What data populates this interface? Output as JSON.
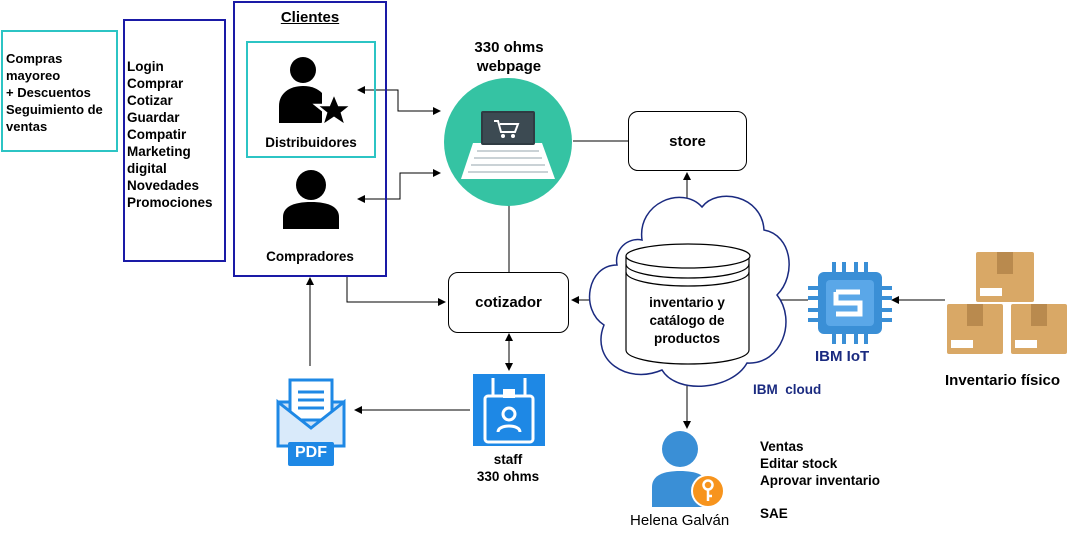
{
  "left_note": {
    "lines": [
      "Compras",
      "mayoreo",
      "+ Descuentos",
      "Seguimiento de",
      "ventas"
    ]
  },
  "features": {
    "lines": [
      "Login",
      "Comprar",
      "Cotizar",
      "Guardar",
      "Compatir",
      "Marketing",
      "digital",
      "Novedades",
      "Promociones"
    ]
  },
  "clients": {
    "title": "Clientes",
    "distribuidores": "Distribuidores",
    "compradores": "Compradores"
  },
  "webpage": {
    "line1": "330 ohms",
    "line2": "webpage"
  },
  "store": {
    "label": "store"
  },
  "cotizador": {
    "label": "cotizador"
  },
  "inventory": {
    "line1": "inventario y",
    "line2": "catálogo de",
    "line3": "productos"
  },
  "cloud": {
    "label": "IBM  cloud"
  },
  "iot": {
    "label": "IBM IoT"
  },
  "physical_inventory": {
    "label": "Inventario físico"
  },
  "pdf": {
    "label": "PDF"
  },
  "staff": {
    "line1": "staff",
    "line2": "330 ohms"
  },
  "admin": {
    "name": "Helena Galván",
    "tasks": [
      "Ventas",
      "Editar stock",
      "Aprovar inventario"
    ],
    "extra": "SAE"
  },
  "colors": {
    "cyan": "#2cc4c4",
    "navy": "#1a1aa6",
    "teal": "#35c3a3",
    "blue": "#1e88e5",
    "cloud": "#1a2a80",
    "iot": "#3a8fd6"
  }
}
